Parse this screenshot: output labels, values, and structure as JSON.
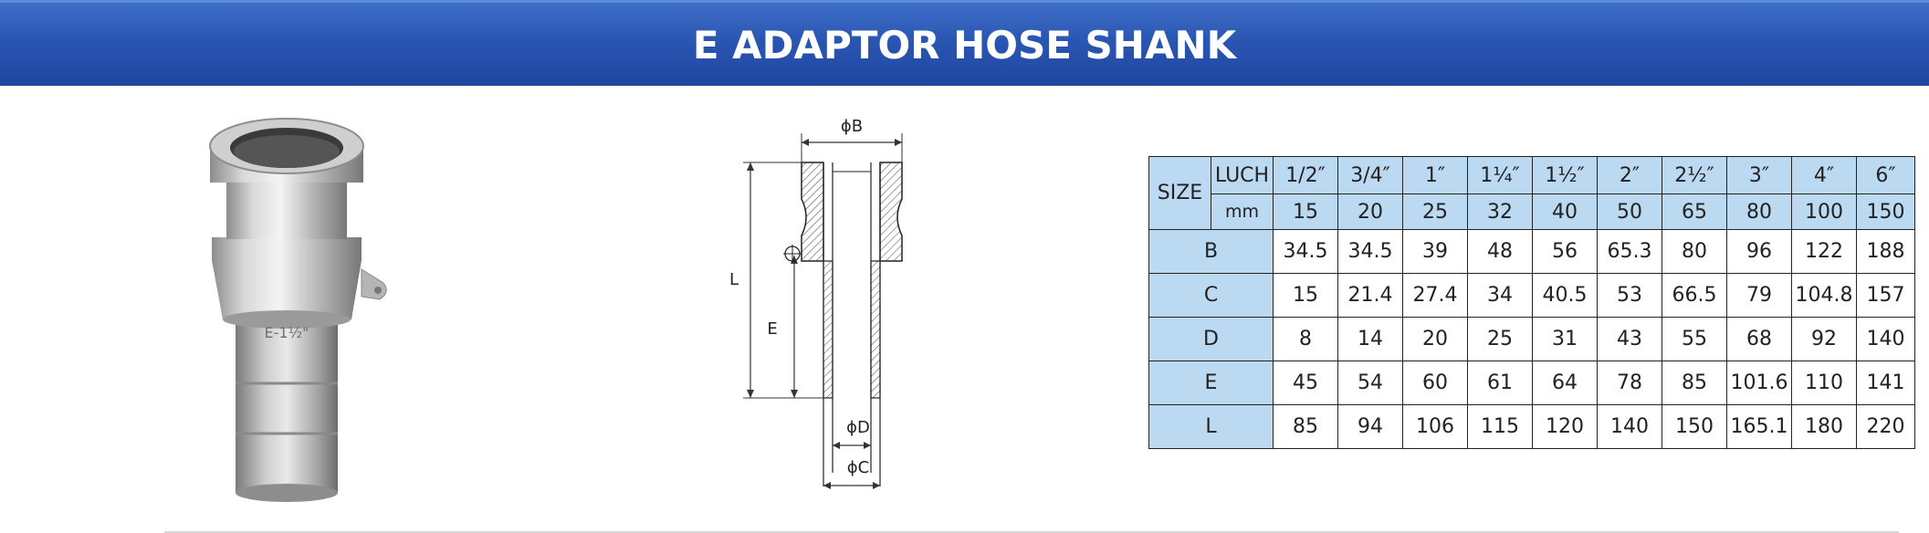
{
  "header": {
    "title": "E ADAPTOR HOSE SHANK"
  },
  "colors": {
    "header_blue": "#2a56b3",
    "table_blue": "#bcd9f2"
  },
  "drawing": {
    "label_b": "ϕB",
    "label_l": "L",
    "label_e": "E",
    "label_d": "ϕD",
    "label_c": "ϕC"
  },
  "photo": {
    "engraving": "E-1½\"",
    "icon": "camlock-adaptor-photo"
  },
  "table": {
    "size_label": "SIZE",
    "inch_label": "LUCH",
    "mm_label": "mm",
    "inch_sizes": [
      "1/2″",
      "3/4″",
      "1″",
      "1¼″",
      "1½″",
      "2″",
      "2½″",
      "3″",
      "4″",
      "6″"
    ],
    "mm_sizes": [
      "15",
      "20",
      "25",
      "32",
      "40",
      "50",
      "65",
      "80",
      "100",
      "150"
    ],
    "rows": [
      {
        "label": "B",
        "values": [
          "34.5",
          "34.5",
          "39",
          "48",
          "56",
          "65.3",
          "80",
          "96",
          "122",
          "188"
        ]
      },
      {
        "label": "C",
        "values": [
          "15",
          "21.4",
          "27.4",
          "34",
          "40.5",
          "53",
          "66.5",
          "79",
          "104.8",
          "157"
        ]
      },
      {
        "label": "D",
        "values": [
          "8",
          "14",
          "20",
          "25",
          "31",
          "43",
          "55",
          "68",
          "92",
          "140"
        ]
      },
      {
        "label": "E",
        "values": [
          "45",
          "54",
          "60",
          "61",
          "64",
          "78",
          "85",
          "101.6",
          "110",
          "141"
        ]
      },
      {
        "label": "L",
        "values": [
          "85",
          "94",
          "106",
          "115",
          "120",
          "140",
          "150",
          "165.1",
          "180",
          "220"
        ]
      }
    ]
  }
}
